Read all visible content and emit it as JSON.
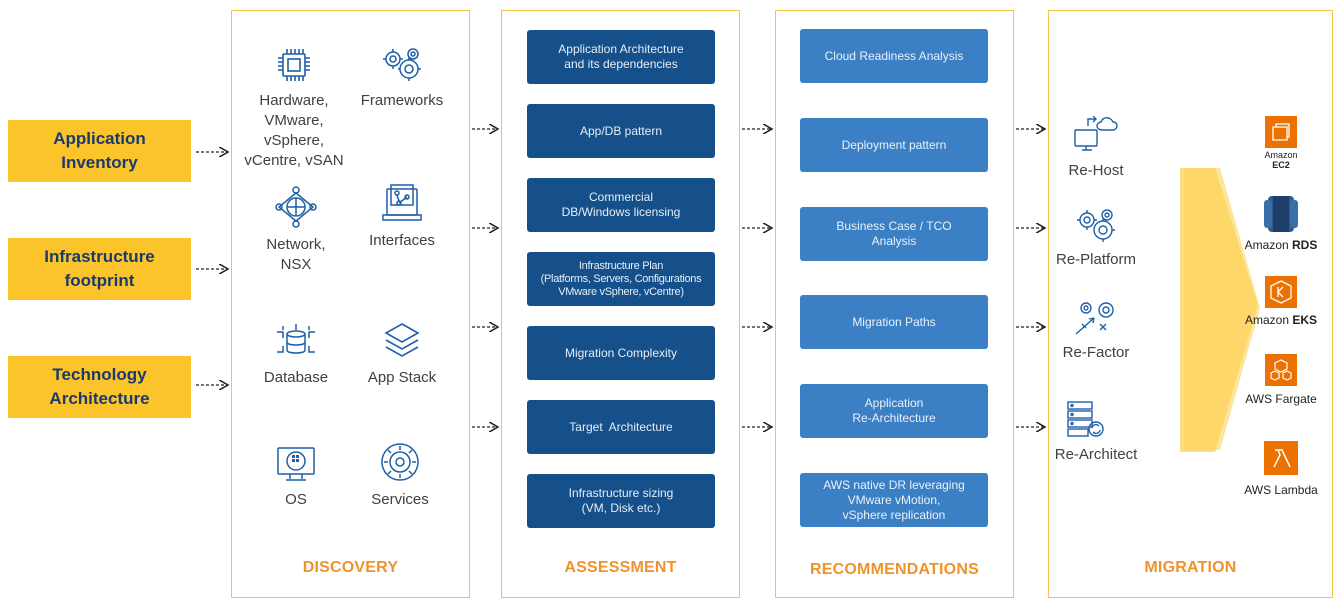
{
  "inputs": [
    {
      "line1": "Application",
      "line2": "Inventory"
    },
    {
      "line1": "Infrastructure",
      "line2": "footprint"
    },
    {
      "line1": "Technology",
      "line2": "Architecture"
    }
  ],
  "discovery": {
    "label": "DISCOVERY",
    "items": [
      {
        "text": "Hardware,\nVMware, vSphere,\nvCentre, vSAN",
        "icon": "chip-icon"
      },
      {
        "text": "Frameworks",
        "icon": "gears-icon"
      },
      {
        "text": "Network,\nNSX",
        "icon": "network-icon"
      },
      {
        "text": "Interfaces",
        "icon": "interfaces-icon"
      },
      {
        "text": "Database",
        "icon": "database-icon"
      },
      {
        "text": "App Stack",
        "icon": "layers-icon"
      },
      {
        "text": "OS",
        "icon": "monitor-icon"
      },
      {
        "text": "Services",
        "icon": "services-gear-icon"
      }
    ]
  },
  "assessment": {
    "label": "ASSESSMENT",
    "boxes": [
      "Application Architecture\nand its dependencies",
      "App/DB pattern",
      "Commercial\nDB/Windows licensing",
      "Infrastructure Plan\n(Platforms, Servers, Configurations\nVMware vSphere, vCentre)",
      "Migration Complexity",
      "Target  Architecture",
      "Infrastructure sizing\n(VM, Disk etc.)"
    ]
  },
  "recommendations": {
    "label": "RECOMMENDATIONS",
    "boxes": [
      "Cloud Readiness Analysis",
      "Deployment pattern",
      "Business Case / TCO\nAnalysis",
      "Migration Paths",
      "Application\nRe-Architecture",
      "AWS native DR leveraging\nVMware vMotion,\nvSphere replication"
    ]
  },
  "migration": {
    "label": "MIGRATION",
    "paths": [
      {
        "text": "Re-Host",
        "icon": "rehost-icon"
      },
      {
        "text": "Re-Platform",
        "icon": "replatform-icon"
      },
      {
        "text": "Re-Factor",
        "icon": "refactor-icon"
      },
      {
        "text": "Re-Architect",
        "icon": "rearchitect-icon"
      }
    ],
    "targets": [
      {
        "prefix": "Amazon",
        "bold": "EC2",
        "icon": "ec2-icon",
        "stacked": true
      },
      {
        "prefix": "Amazon ",
        "bold": "RDS",
        "icon": "rds-icon",
        "stacked": false
      },
      {
        "prefix": "Amazon ",
        "bold": "EKS",
        "icon": "eks-icon",
        "stacked": false
      },
      {
        "prefix": "AWS Fargate",
        "bold": "",
        "icon": "fargate-icon",
        "stacked": false
      },
      {
        "prefix": "AWS Lambda",
        "bold": "",
        "icon": "lambda-icon",
        "stacked": false
      }
    ]
  },
  "colors": {
    "input_fill": "#fbc42a",
    "input_text": "#1a3a6e",
    "panel_border": "#f2c34a",
    "phase_label": "#f0922b",
    "assessment_box": "#15508a",
    "recommendation_box": "#3b7fc4",
    "icon_stroke": "#1f5fa8",
    "aws_orange": "#ed7100",
    "rds_blue": "#2e5a8c"
  }
}
